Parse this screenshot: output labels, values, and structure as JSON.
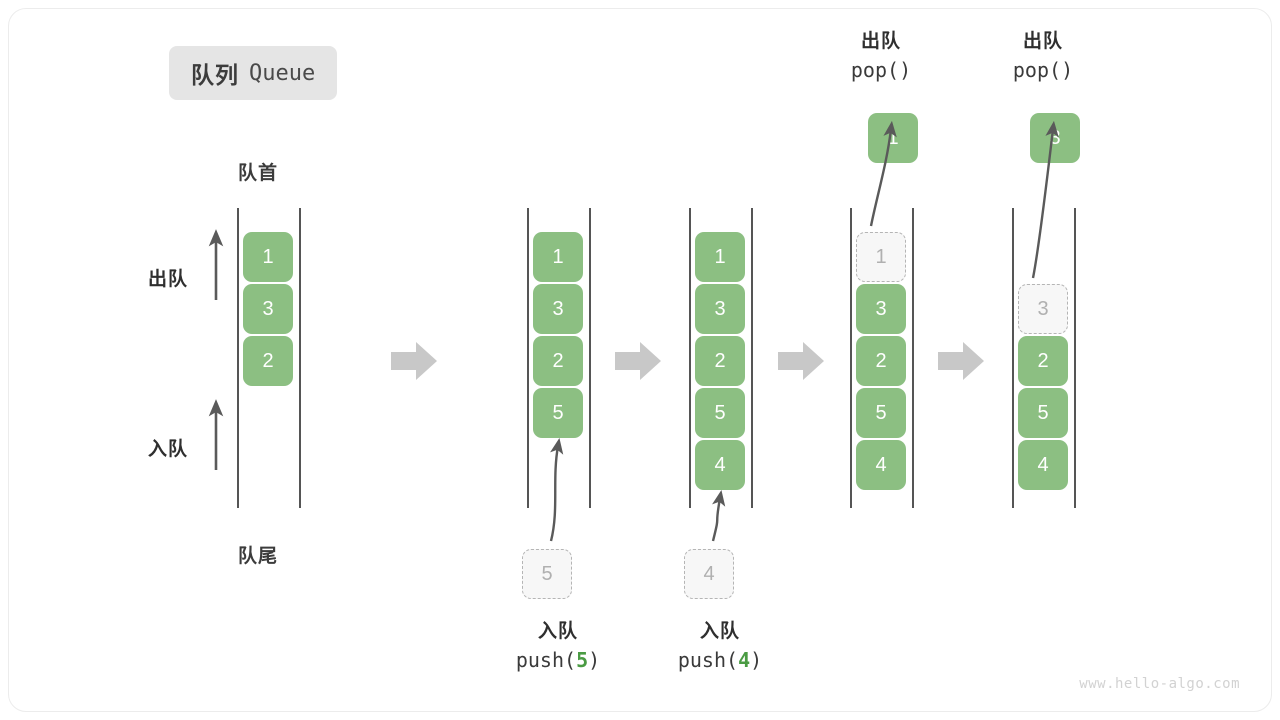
{
  "title": {
    "cn": "队列",
    "en": "Queue"
  },
  "labels": {
    "front": "队首",
    "back": "队尾",
    "dequeue": "出队",
    "enqueue": "入队"
  },
  "colors": {
    "element": "#8cbf82",
    "ghost_fill": "#f7f7f7",
    "ghost_border": "#b5b5b5",
    "rail": "#555555",
    "arrow": "#5a5a5a",
    "step_arrow": "#c8c8c8",
    "accent_text": "#4a9b43",
    "badge_bg": "#e5e5e5"
  },
  "watermark": "www.hello-algo.com",
  "stages": [
    {
      "name": "initial",
      "items": [
        "1",
        "3",
        "2"
      ],
      "ghost_in_column": null,
      "incoming": null,
      "popped": null,
      "caption": null
    },
    {
      "name": "after-push-5",
      "items": [
        "1",
        "3",
        "2",
        "5"
      ],
      "ghost_in_column": null,
      "incoming": "5",
      "popped": null,
      "caption": {
        "cn": "入队",
        "code_prefix": "push(",
        "arg": "5",
        "code_suffix": ")"
      }
    },
    {
      "name": "after-push-4",
      "items": [
        "1",
        "3",
        "2",
        "5",
        "4"
      ],
      "ghost_in_column": null,
      "incoming": "4",
      "popped": null,
      "caption": {
        "cn": "入队",
        "code_prefix": "push(",
        "arg": "4",
        "code_suffix": ")"
      }
    },
    {
      "name": "after-pop-1",
      "items": [
        "3",
        "2",
        "5",
        "4"
      ],
      "ghost_in_column": "1",
      "incoming": null,
      "popped": "1",
      "caption": {
        "cn": "出队",
        "code_prefix": "pop(",
        "arg": "",
        "code_suffix": ")"
      }
    },
    {
      "name": "after-pop-3",
      "items": [
        "2",
        "5",
        "4"
      ],
      "ghost_in_column": "3",
      "incoming": null,
      "popped": "3",
      "caption": {
        "cn": "出队",
        "code_prefix": "pop(",
        "arg": "",
        "code_suffix": ")"
      }
    }
  ],
  "step_arrows": 4
}
